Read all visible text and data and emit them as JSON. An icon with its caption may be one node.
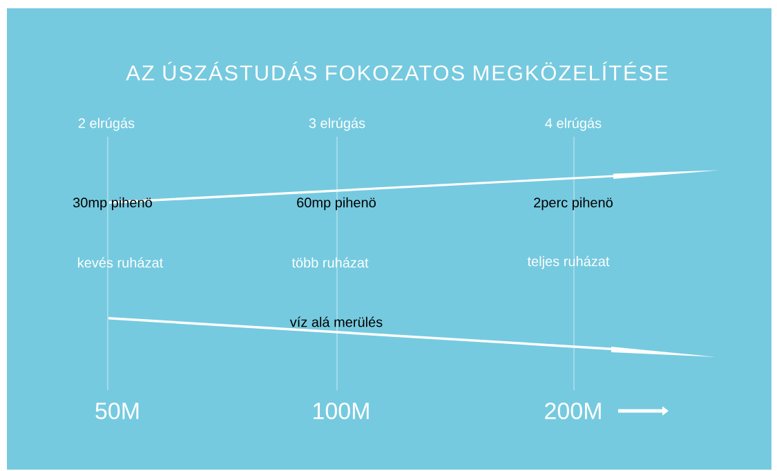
{
  "diagram": {
    "title": "AZ ÚSZÁSTUDÁS FOKOZATOS MEGKÖZELÍTÉSE",
    "labels": [
      "2 elrúgás",
      "3 elrúgás",
      "4 elrúgás",
      "30mp pihenö",
      "60mp pihenö",
      "2perc pihenö",
      "kevés ruházat",
      "több ruházat",
      "teljes ruházat",
      "víz alá merülés",
      "50M",
      "100M",
      "200M"
    ]
  }
}
